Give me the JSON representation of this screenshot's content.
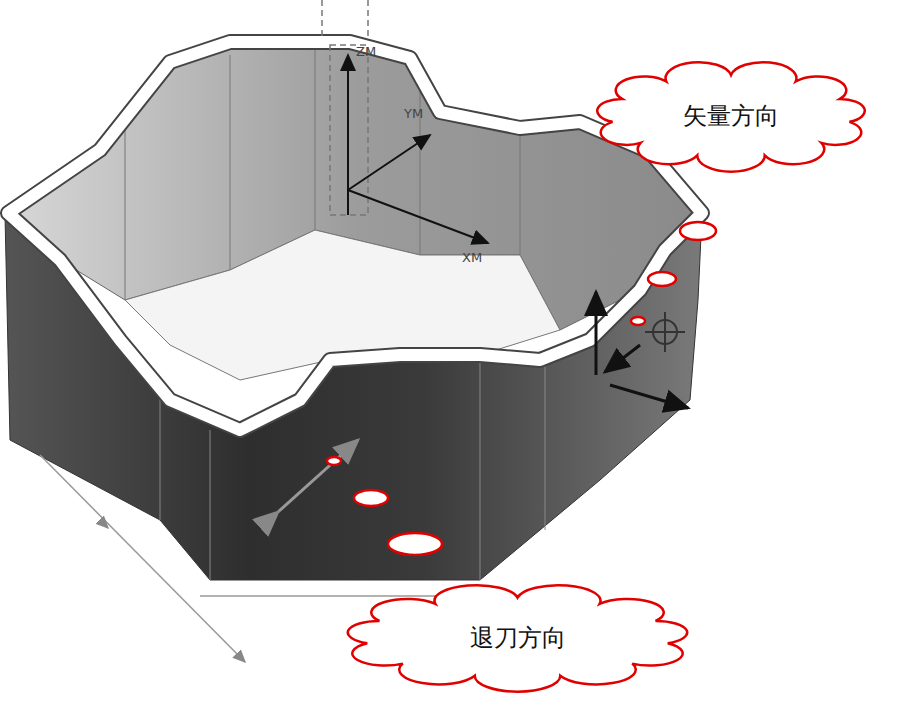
{
  "diagram": {
    "nodes": [
      {
        "text": [
          "矢量方向"
        ]
      },
      {
        "text": [
          "退刀方向"
        ]
      }
    ],
    "labels": [
      "ZM",
      "YM",
      "XM"
    ]
  }
}
